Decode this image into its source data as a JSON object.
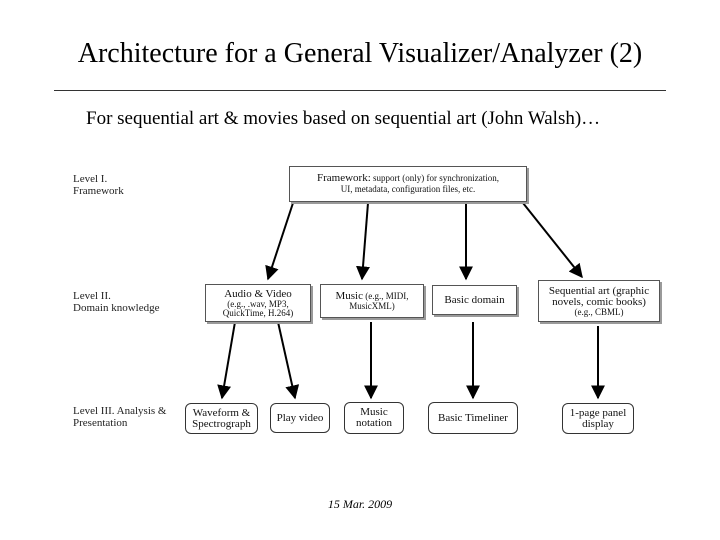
{
  "title": "Architecture for a General Visualizer/Analyzer (2)",
  "subtitle": "For sequential art & movies based on sequential art (John Walsh)…",
  "levels": [
    {
      "label_line1": "Level I.",
      "label_line2": "Framework"
    },
    {
      "label_line1": "Level II.",
      "label_line2": "Domain knowledge"
    },
    {
      "label_line1": "Level III. Analysis &",
      "label_line2": "Presentation"
    }
  ],
  "framework_box": {
    "line1_main": "Framework:",
    "line1_rest": " support (only) for synchronization,",
    "line2": "UI, metadata, configuration files, etc."
  },
  "domain_boxes": [
    {
      "line1": "Audio & Video",
      "line2": "(e.g., .wav, MP3,",
      "line3": "QuickTime, H.264)"
    },
    {
      "line1_main": "Music",
      "line1_rest": " (e.g., MIDI,",
      "line2": "MusicXML)"
    },
    {
      "line1": "Basic domain"
    },
    {
      "line1": "Sequential art (graphic",
      "line2": "novels, comic books)",
      "line3": "(e.g., CBML)"
    }
  ],
  "presentation_boxes": [
    {
      "line1": "Waveform &",
      "line2": "Spectrograph"
    },
    {
      "line1": "Play video"
    },
    {
      "line1": "Music",
      "line2": "notation"
    },
    {
      "line1": "Basic Timeliner"
    },
    {
      "line1": "1-page panel",
      "line2": "display"
    }
  ],
  "footer": "15 Mar. 2009"
}
